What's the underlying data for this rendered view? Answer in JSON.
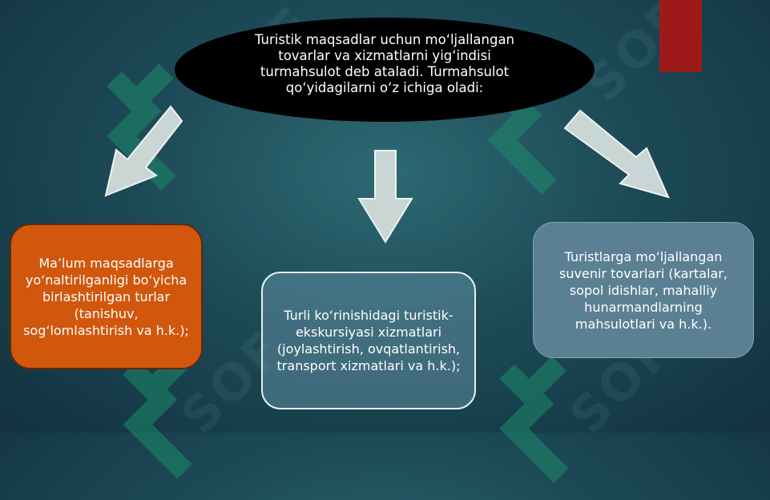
{
  "central": {
    "text": "Turistik maqsadlar uchun mo‘ljallangan tovarlar va xizmatlarni yig‘indisi turmahsulot deb ataladi. Turmahsulot qo‘yidagilarni o‘z ichiga oladi:"
  },
  "boxes": {
    "left": "Ma’lum maqsadlarga yo‘naltirilganligi bo‘yicha birlashtirilgan turlar (tanishuv, sog‘lomlashtirish va h.k.);",
    "center": "Turli ko‘rinishidagi turistik-ekskursiyasi xizmatlari (joylashtirish, ovqatlantirish, transport xizmatlari va h.k.);",
    "right": "Turistlarga mo‘ljallangan suvenir tovarlari (kartalar, sopol idishlar, mahalliy hunarmandlarning mahsulotlari va h.k.)."
  },
  "watermark": {
    "text": "SOF"
  },
  "colors": {
    "background": "#1d4a57",
    "ellipse": "#000000",
    "box_left": "#d1570d",
    "box_center": "#5f8ca0",
    "box_right": "#5b8094",
    "arrow_fill": "#c9d6d4",
    "accent_bar": "#9d1a1a"
  }
}
